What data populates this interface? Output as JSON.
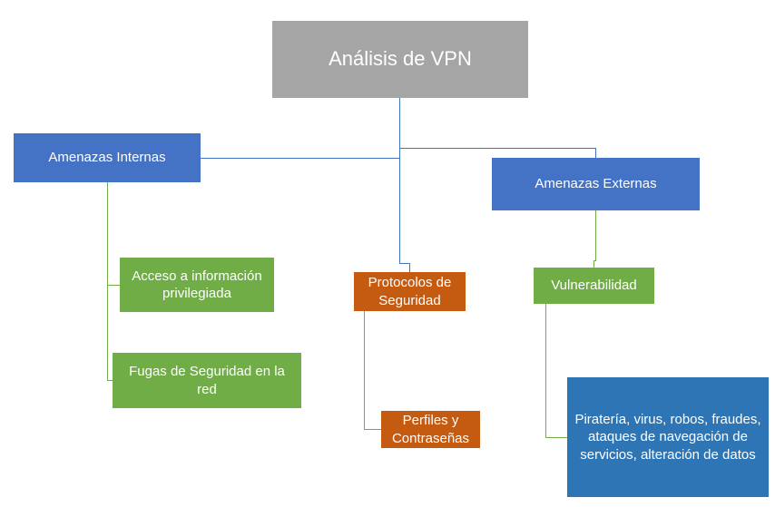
{
  "diagram": {
    "root": {
      "label": "Análisis de VPN"
    },
    "amenazas_internas": {
      "label": "Amenazas Internas"
    },
    "amenazas_externas": {
      "label": "Amenazas Externas"
    },
    "acceso": {
      "label": "Acceso a información privilegiada"
    },
    "fugas": {
      "label": "Fugas de Seguridad en la red"
    },
    "protocolos": {
      "label": "Protocolos de Seguridad"
    },
    "perfiles": {
      "label": "Perfiles y Contraseñas"
    },
    "vulnerabilidad": {
      "label": "Vulnerabilidad"
    },
    "pirateria": {
      "label": "Piratería, virus, robos, fraudes, ataques de navegación de servicios, alteración de datos"
    }
  },
  "colors": {
    "root": "#a5a5a5",
    "blue": "#4472c4",
    "green": "#70ad47",
    "orange": "#c55a11",
    "dark_blue": "#2e75b6",
    "line_blue": "#4472c4",
    "line_green": "#70ad47"
  }
}
